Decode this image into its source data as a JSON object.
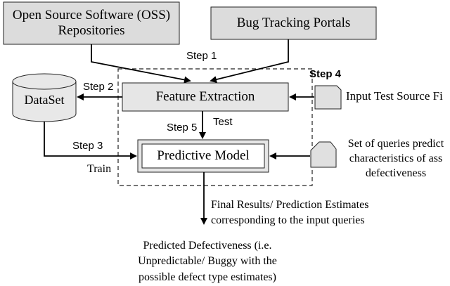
{
  "nodes": {
    "oss_repositories": {
      "line1": "Open Source Software (OSS)",
      "line2": "Repositories"
    },
    "bug_tracking": {
      "label": "Bug Tracking Portals"
    },
    "dataset": {
      "label": "DataSet"
    },
    "feature_extraction": {
      "label": "Feature Extraction"
    },
    "predictive_model": {
      "label": "Predictive Model"
    },
    "input_test_source": {
      "label": "Input Test Source Fi"
    },
    "queries": {
      "line1": "Set of queries predict",
      "line2": "characteristics of ass",
      "line3": "defectiveness"
    },
    "final_results": {
      "line1": "Final Results/ Prediction Estimates",
      "line2": "corresponding to the input queries"
    },
    "predicted_defectiveness": {
      "line1": "Predicted Defectiveness (i.e.",
      "line2": "Unpredictable/ Buggy with the",
      "line3": "possible defect type estimates)"
    }
  },
  "steps": {
    "step1": "Step 1",
    "step2": "Step 2",
    "step3": "Step 3",
    "step4": "Step 4",
    "step5": "Step 5",
    "test": "Test",
    "train": "Train"
  }
}
